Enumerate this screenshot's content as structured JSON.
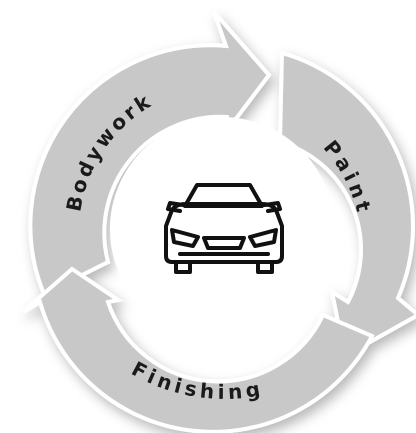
{
  "diagram": {
    "type": "cycle",
    "steps": [
      {
        "label": "Bodywork"
      },
      {
        "label": "Paint"
      },
      {
        "label": "Finishing"
      }
    ],
    "center_icon": "car-front-icon",
    "colors": {
      "arrow_fill": "#c8c8c8",
      "arrow_outline": "#ffffff",
      "text": "#1a1a1a",
      "center": "#ffffff",
      "icon_stroke": "#111111"
    }
  }
}
